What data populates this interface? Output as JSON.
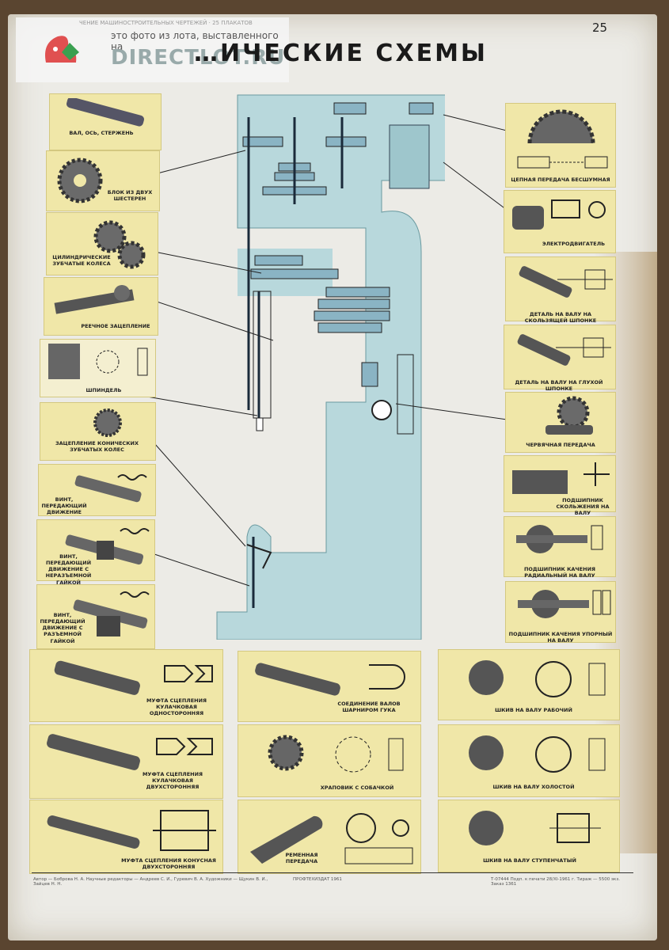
{
  "watermark": {
    "top_text": "ЧЕНИЕ МАШИНОСТРОИТЕЛЬНЫХ ЧЕРТЕЖЕЙ · 25 ПЛАКАТОВ",
    "line1": "это фото из лота, выставленного на",
    "brand": "DIRECTLOT.RU"
  },
  "title": "КИНЕМАТИЧЕСКИЕ СХЕМЫ",
  "title_visible": "…ИЧЕСКИЕ  СХЕМЫ",
  "page_number": "25",
  "colors": {
    "tile": "#f0e7a8",
    "machine": "#b8d8dc",
    "paper": "#ecebe6"
  },
  "left_items": [
    "ВАЛ, ОСЬ, СТЕРЖЕНЬ",
    "БЛОК ИЗ ДВУХ ШЕСТЕРЕН",
    "ЦИЛИНДРИЧЕСКИЕ ЗУБЧАТЫЕ КОЛЕСА",
    "РЕЕЧНОЕ ЗАЦЕПЛЕНИЕ",
    "ШПИНДЕЛЬ",
    "ЗАЦЕПЛЕНИЕ КОНИЧЕСКИХ ЗУБЧАТЫХ КОЛЕС",
    "ВИНТ, ПЕРЕДАЮЩИЙ ДВИЖЕНИЕ",
    "ВИНТ, ПЕРЕДАЮЩИЙ ДВИЖЕНИЕ С НЕРАЗЪЕМНОЙ ГАЙКОЙ",
    "ВИНТ, ПЕРЕДАЮЩИЙ ДВИЖЕНИЕ С РАЗЪЕМНОЙ ГАЙКОЙ"
  ],
  "right_items": [
    "ЦЕПНАЯ ПЕРЕДАЧА БЕСШУМНАЯ",
    "ЭЛЕКТРОДВИГАТЕЛЬ",
    "ДЕТАЛЬ НА ВАЛУ НА СКОЛЬЗЯЩЕЙ ШПОНКЕ",
    "ДЕТАЛЬ НА ВАЛУ НА ГЛУХОЙ ШПОНКЕ",
    "ЧЕРВЯЧНАЯ ПЕРЕДАЧА",
    "ПОДШИПНИК СКОЛЬЖЕНИЯ НА ВАЛУ",
    "ПОДШИПНИК КАЧЕНИЯ РАДИАЛЬНЫЙ НА ВАЛУ",
    "ПОДШИПНИК КАЧЕНИЯ УПОРНЫЙ НА ВАЛУ"
  ],
  "bottom_items": [
    "МУФТА СЦЕПЛЕНИЯ КУЛАЧКОВАЯ ОДНОСТОРОННЯЯ",
    "СОЕДИНЕНИЕ ВАЛОВ ШАРНИРОМ ГУКА",
    "ШКИВ НА ВАЛУ РАБОЧИЙ",
    "МУФТА СЦЕПЛЕНИЯ КУЛАЧКОВАЯ ДВУХСТОРОННЯЯ",
    "ХРАПОВИК С СОБАЧКОЙ",
    "ШКИВ НА ВАЛУ ХОЛОСТОЙ",
    "МУФТА СЦЕПЛЕНИЯ КОНУСНАЯ ДВУХСТОРОННЯЯ",
    "РЕМЕННАЯ ПЕРЕДАЧА",
    "ШКИВ НА ВАЛУ СТУПЕНЧАТЫЙ"
  ],
  "footer": {
    "left": "Автор — Боброва Н. А.   Научные редакторы — Андреев С. И., Гуревич В. А.   Художники — Щукин В. И., Зайцев Н. Н.",
    "center": "ПРОФТЕХИЗДАТ 1961",
    "right": "Т-07444 Подп. к печати 28/XI-1961 г.   Тираж — 5500 экз. Заказ 1361"
  }
}
